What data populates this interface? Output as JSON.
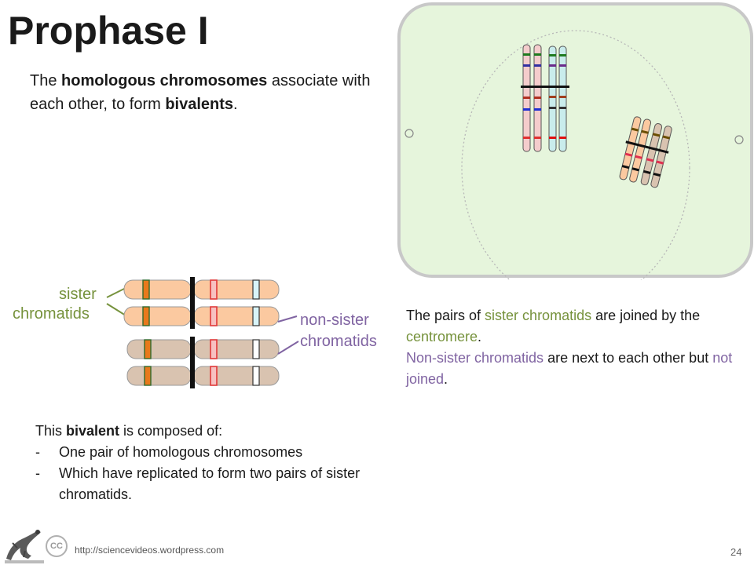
{
  "slide": {
    "title": "Prophase I",
    "intro": {
      "t1": "The ",
      "b1": "homologous chromosomes",
      "t2": " associate with each other, to form ",
      "b2": "bivalents",
      "t3": "."
    },
    "diagram_labels": {
      "sister": "sister",
      "chromatids": "chromatids",
      "non_sister": "non-sister",
      "non_chromatids": "chromatids"
    },
    "right_text": {
      "p1_a": "The pairs of ",
      "p1_sister": "sister chromatids",
      "p1_b": " are joined by the ",
      "p1_centromere": "centromere",
      "p1_c": ".",
      "p2_nonsister": "Non-sister chromatids",
      "p2_a": " are next to each other but ",
      "p2_notjoined": "not joined",
      "p2_b": "."
    },
    "composed": {
      "intro_a": "This ",
      "intro_b": "bivalent",
      "intro_c": " is composed of:",
      "dash": "-",
      "item1": "One pair of homologous chromosomes",
      "item2": "Which have replicated to form two pairs of sister chromatids."
    },
    "footer": {
      "cc": "CC",
      "url": "http://sciencevideos.wordpress.com",
      "page": "24"
    }
  },
  "colors": {
    "sister_label": "#76923c",
    "non_sister_label": "#8064a2",
    "cell_fill": "#e6f5dc",
    "cell_border": "#c8c8c8",
    "chromatid_peach": "#fbc9a0",
    "chromatid_tan": "#d9c3b0",
    "chromatid_pink": "#f4cccc",
    "chromatid_cyan": "#c9ecec"
  }
}
